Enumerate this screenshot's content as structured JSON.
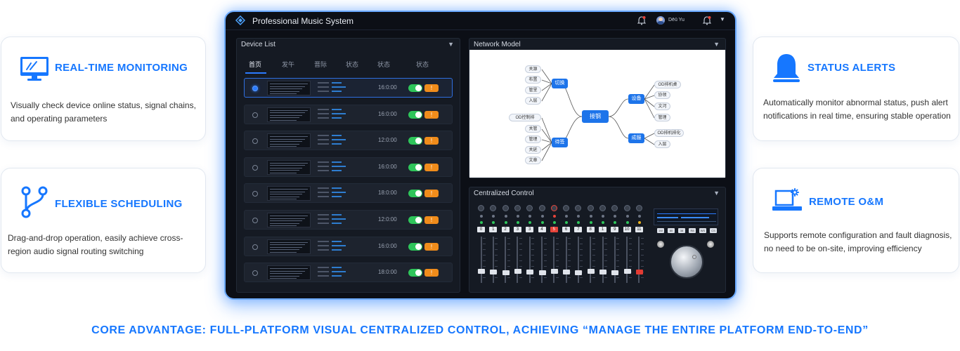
{
  "features": {
    "realtime": {
      "title": "REAL-TIME MONITORING",
      "desc": "Visually check device online status, signal chains, and operating parameters",
      "icon": "monitor-icon"
    },
    "scheduling": {
      "title": "FLEXIBLE SCHEDULING",
      "desc": "Drag-and-drop operation, easily achieve cross-region audio signal routing switching",
      "icon": "branch-icon"
    },
    "alerts": {
      "title": "STATUS ALERTS",
      "desc": "Automatically monitor abnormal status, push alert notifications in real time, ensuring stable operation",
      "icon": "bell-icon"
    },
    "remote": {
      "title": "REMOTE O&M",
      "desc": "Supports remote configuration and fault diagnosis, no need to be on-site, improving efficiency",
      "icon": "remote-laptop-icon"
    }
  },
  "app": {
    "title": "Professional Music System",
    "user": "Dēū Yu",
    "device_list": {
      "title": "Device List",
      "tabs": [
        "首页",
        "发午",
        "晋际",
        "状态",
        "状态",
        "状态"
      ],
      "rows": [
        {
          "time": "16:0:00",
          "selected": true
        },
        {
          "time": "16:0:00",
          "selected": false
        },
        {
          "time": "12:0:00",
          "selected": false
        },
        {
          "time": "16:0:00",
          "selected": false
        },
        {
          "time": "18:0:00",
          "selected": false
        },
        {
          "time": "12:0:00",
          "selected": false
        },
        {
          "time": "16:0:00",
          "selected": false
        },
        {
          "time": "18:0:00",
          "selected": false
        }
      ],
      "button_label": "!"
    },
    "network": {
      "title": "Network Model",
      "center": "接钢",
      "branches": [
        "切换",
        "设备",
        "待签",
        "成服"
      ],
      "left_top_leaves": [
        "关源",
        "布置",
        "管里",
        "入层"
      ],
      "left_bottom_leaves": [
        "OD控制排",
        "关管",
        "管理",
        "关延",
        "文章"
      ],
      "right_top_leaves": [
        "OD排机桌",
        "协领",
        "文河",
        "管理"
      ],
      "right_bottom_leaves": [
        "OD排机排化",
        "入层"
      ]
    },
    "control": {
      "title": "Centralized Control",
      "channels": [
        "0",
        "1",
        "2",
        "3",
        "3",
        "4",
        "5",
        "6",
        "7",
        "8",
        "1",
        "9",
        "10",
        "11"
      ],
      "highlight_channel_index": 6,
      "small_buttons": [
        "1W",
        "80",
        "38",
        "R8",
        "WS",
        "CS"
      ]
    }
  },
  "footer": "CORE ADVANTAGE: FULL-PLATFORM VISUAL CENTRALIZED CONTROL, ACHIEVING “MANAGE THE ENTIRE PLATFORM END-TO-END”",
  "colors": {
    "accent": "#1677ff",
    "device_bg": "#0c0f16",
    "toggle_green": "#2ec55a",
    "button_orange": "#f08c1b",
    "alert_red": "#e23b33"
  }
}
